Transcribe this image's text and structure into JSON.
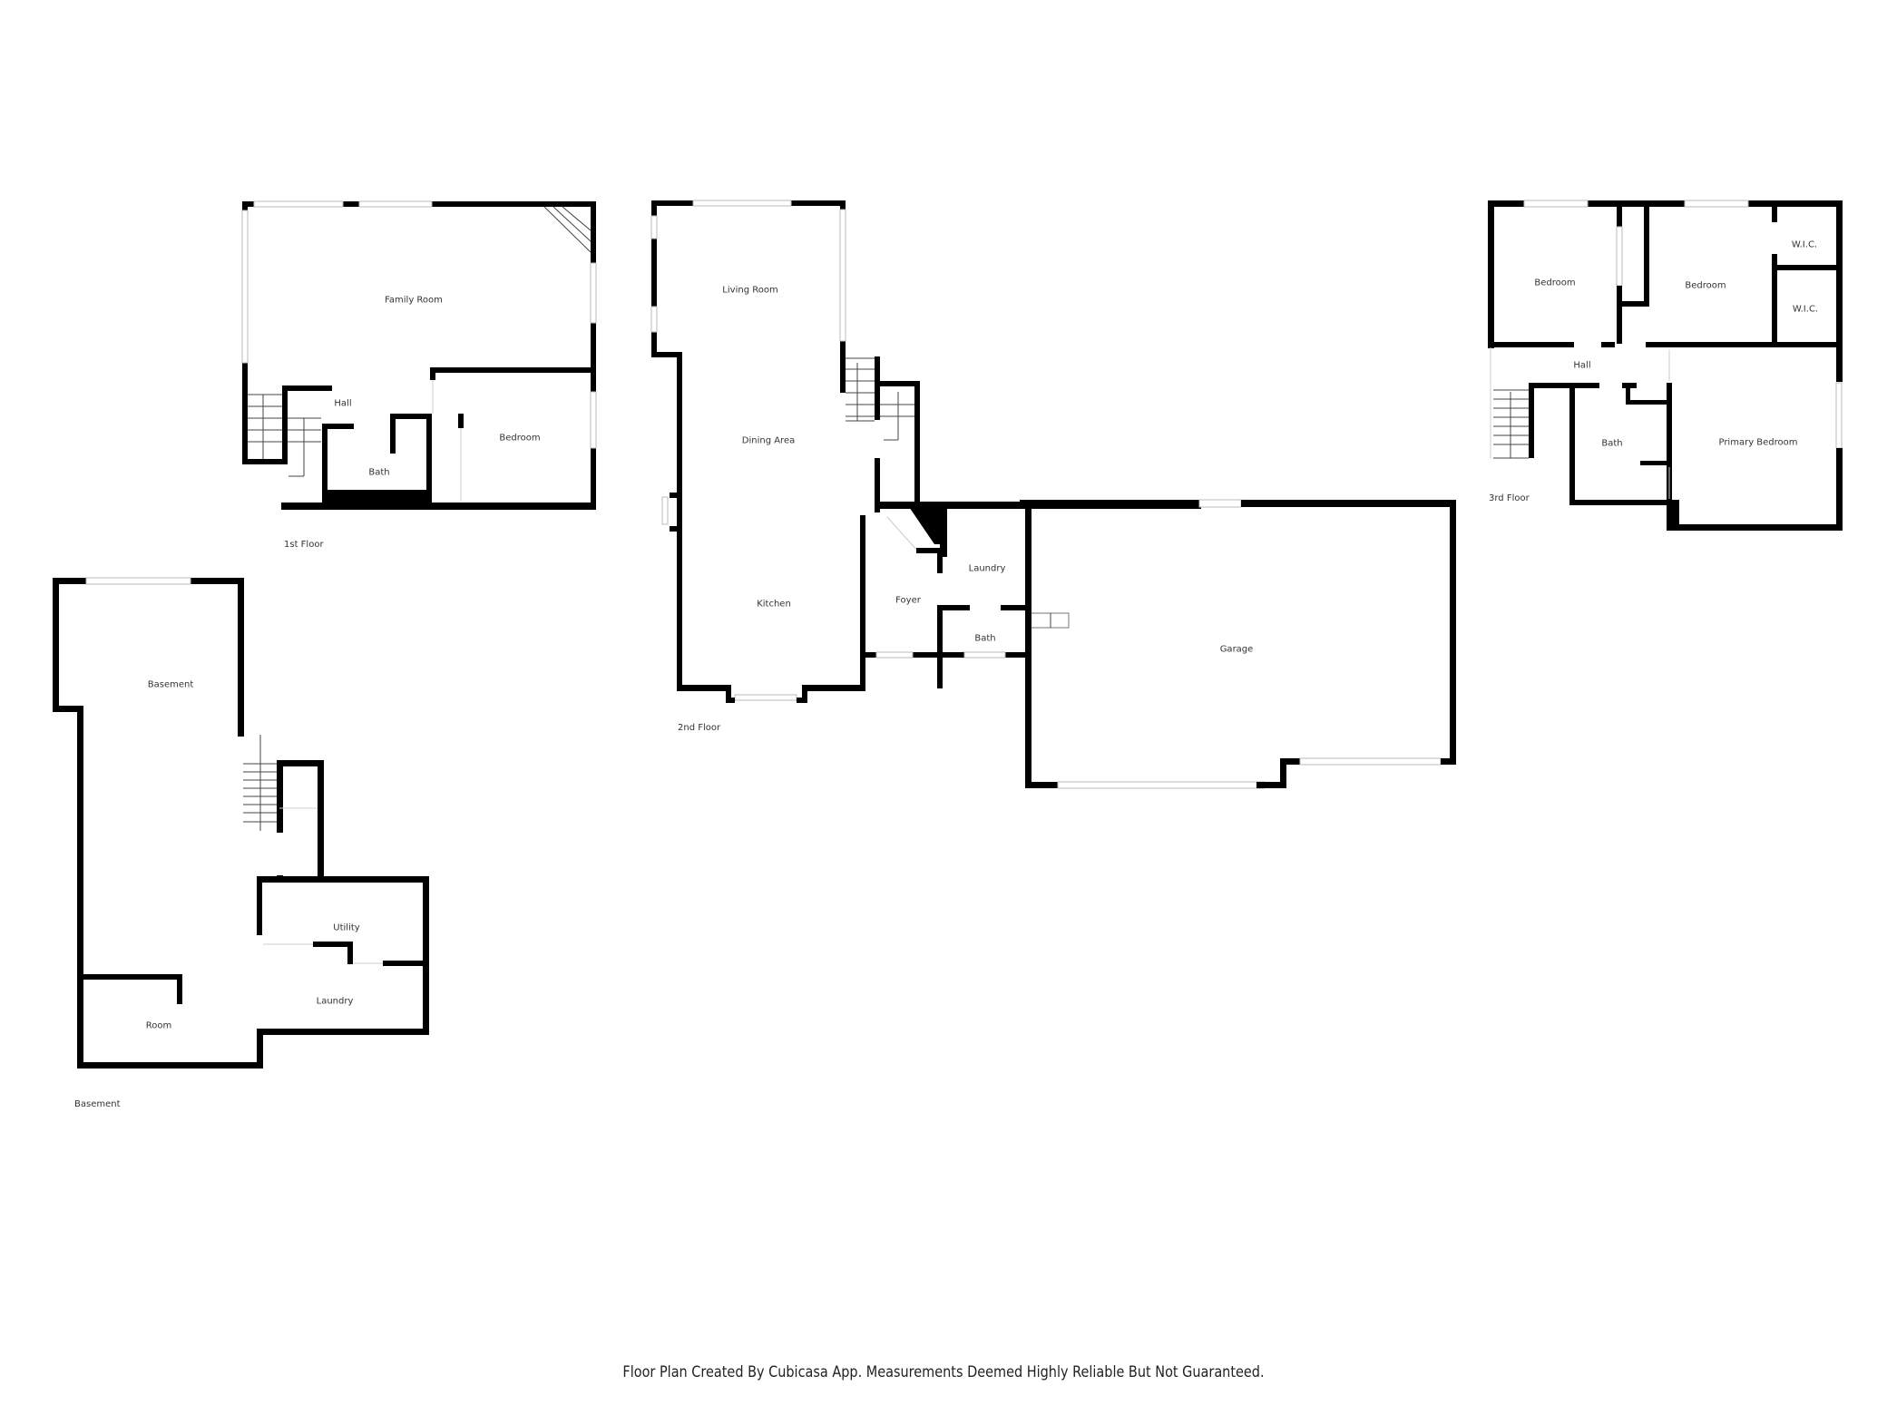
{
  "floors": {
    "first": {
      "label": "1st Floor",
      "rooms": {
        "family_room": "Family Room",
        "hall": "Hall",
        "bath": "Bath",
        "bedroom": "Bedroom"
      }
    },
    "second": {
      "label": "2nd Floor",
      "rooms": {
        "living_room": "Living Room",
        "dining_area": "Dining Area",
        "kitchen": "Kitchen",
        "foyer": "Foyer",
        "laundry": "Laundry",
        "bath": "Bath",
        "garage": "Garage"
      }
    },
    "third": {
      "label": "3rd Floor",
      "rooms": {
        "bedroom_1": "Bedroom",
        "bedroom_2": "Bedroom",
        "wic_1": "W.I.C.",
        "wic_2": "W.I.C.",
        "hall": "Hall",
        "bath": "Bath",
        "primary_bedroom": "Primary Bedroom"
      }
    },
    "basement": {
      "label": "Basement",
      "rooms": {
        "basement": "Basement",
        "utility": "Utility",
        "laundry": "Laundry",
        "room": "Room"
      }
    }
  },
  "footer": "Floor Plan Created By Cubicasa App. Measurements Deemed Highly Reliable But Not Guaranteed.",
  "colors": {
    "wall": "#000000",
    "background": "#ffffff",
    "text": "#333333"
  }
}
